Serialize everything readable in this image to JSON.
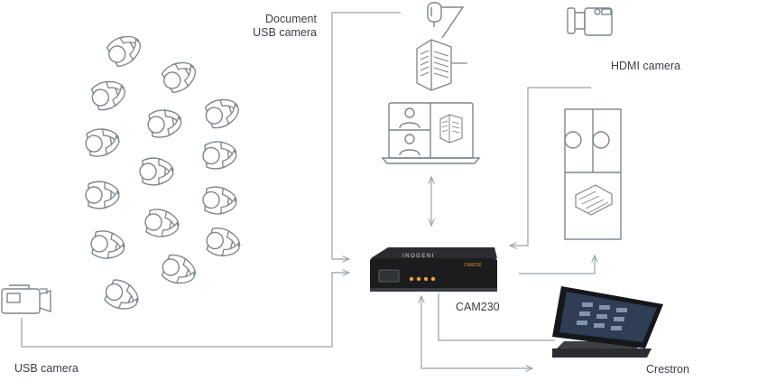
{
  "labels": {
    "document_camera": [
      "Document",
      "USB camera"
    ],
    "hdmi_camera": "HDMI camera",
    "device": "CAM230",
    "usb_camera": "USB camera",
    "crestron": "Crestron"
  },
  "device_face": {
    "brand": "INOGENI",
    "model": "CAM230"
  },
  "colors": {
    "line": "#9aa1aa",
    "icon_stroke": "#7d858f",
    "text": "#3b4048",
    "device_body": "#1b1c1e",
    "device_led": "#f2a23a",
    "device_brand": "#e98a2f"
  },
  "icons": [
    "audience-person-icon",
    "document-camera-icon",
    "building-icon",
    "laptop-videoconference-icon",
    "hdmi-camera-icon",
    "camcorder-icon",
    "screen-with-speakers-icon",
    "crestron-touch-panel-icon"
  ]
}
